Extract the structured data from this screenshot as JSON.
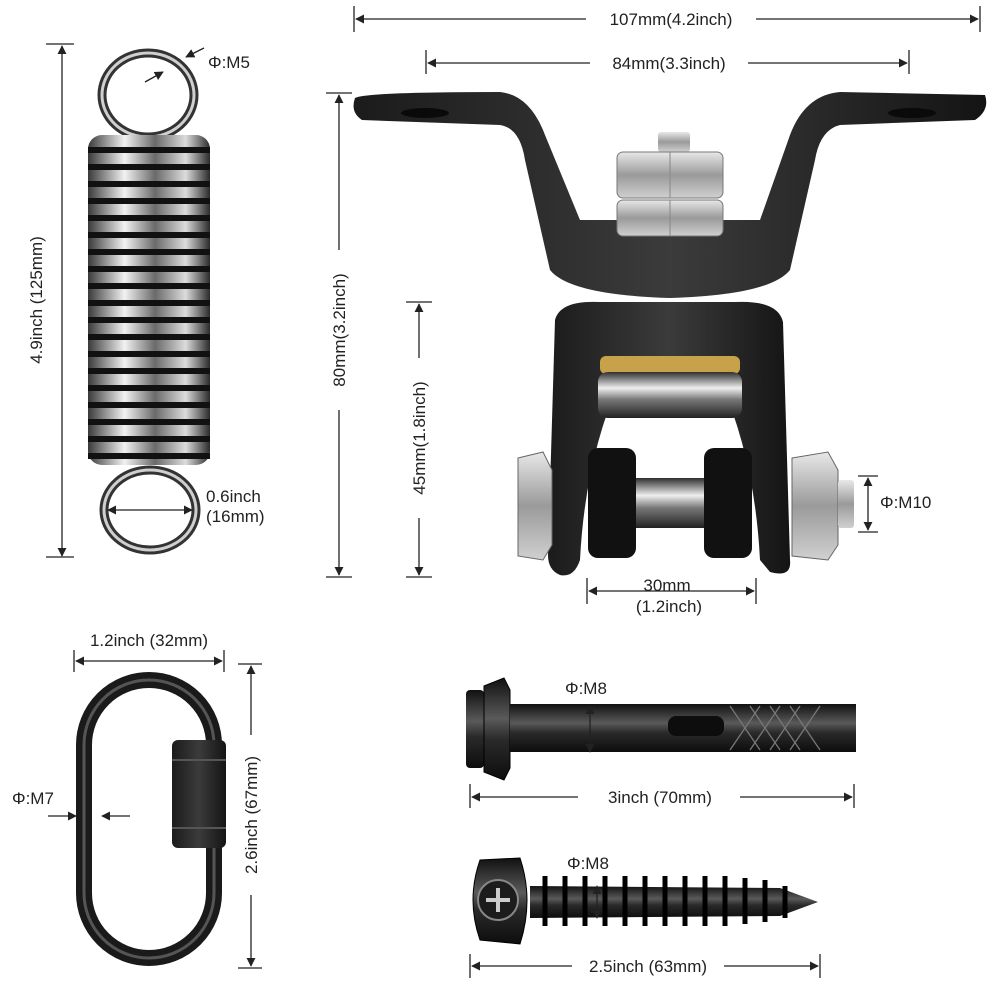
{
  "spring": {
    "wire_diameter": "Φ:M5",
    "length": "4.9inch (125mm)",
    "eye_inner_inch": "0.6inch",
    "eye_inner_mm": "(16mm)"
  },
  "hanger": {
    "total_width": "107mm(4.2inch)",
    "hole_spacing": "84mm(3.3inch)",
    "total_height": "80mm(3.2inch)",
    "swivel_height": "45mm(1.8inch)",
    "bolt_diameter": "Φ:M10",
    "inner_width_mm": "30mm",
    "inner_width_inch": "(1.2inch)"
  },
  "quick_link": {
    "width": "1.2inch (32mm)",
    "wire_diameter": "Φ:M7",
    "length": "2.6inch (67mm)"
  },
  "expansion_bolt": {
    "diameter": "Φ:M8",
    "length": "3inch (70mm)"
  },
  "lag_screw": {
    "diameter": "Φ:M8",
    "length": "2.5inch (63mm)"
  }
}
